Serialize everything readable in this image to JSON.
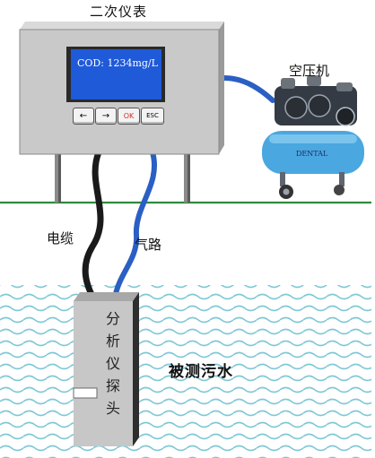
{
  "labels": {
    "meter": "二次仪表",
    "compressor": "空压机",
    "cable": "电缆",
    "air_line": "气路",
    "water": "被测污水",
    "probe": "分析仪探头"
  },
  "meter": {
    "screen_text": "COD: 1234mg/L",
    "keys": {
      "left": "←",
      "right": "→",
      "ok": "OK",
      "esc": "ESC"
    }
  },
  "compressor": {
    "brand": "DENTAL"
  },
  "colors": {
    "meter_body": "#c9c9c9",
    "screen": "#1f5ad9",
    "cable": "#1a1a1a",
    "air_hose": "#2a5fc4",
    "compressor": "#4aa7e0",
    "ground_line": "#2e8b3a",
    "water_waves": "#7fc8d6",
    "probe": "#c7c7c7"
  },
  "icons": [
    "arrow-left-icon",
    "arrow-right-icon",
    "ok-key",
    "esc-key"
  ]
}
